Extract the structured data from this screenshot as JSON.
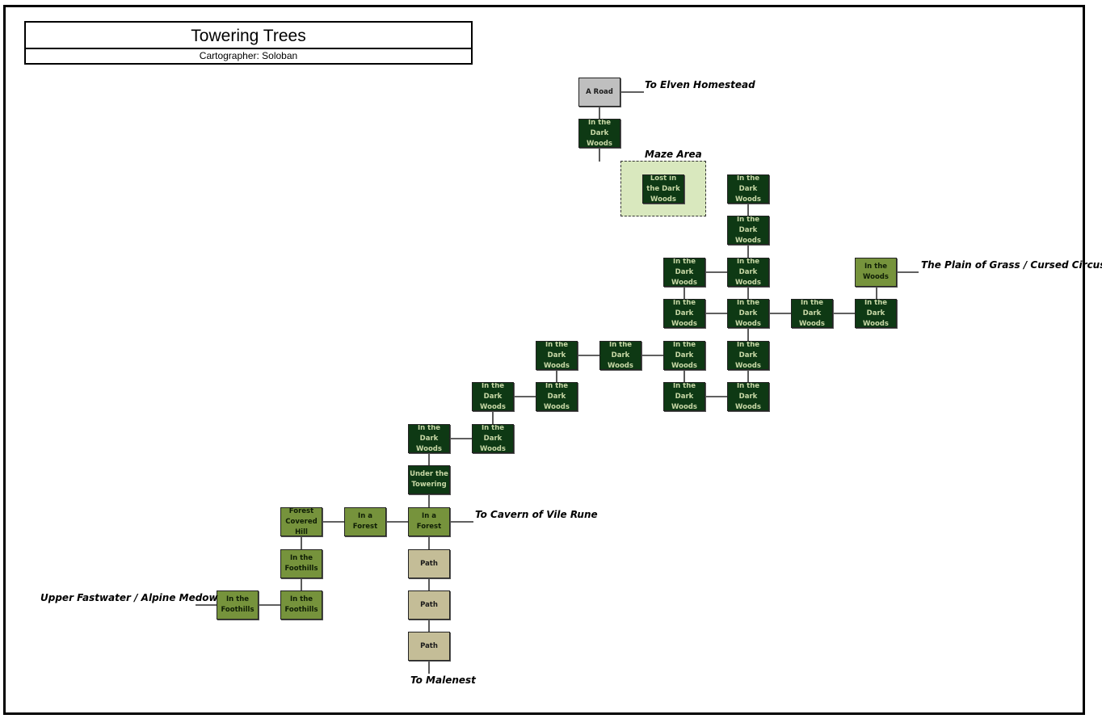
{
  "title": "Towering Trees",
  "cartographer": "Cartographer: Soloban",
  "colors": {
    "dark_woods": "#0e3914",
    "light_forest": "#76933c",
    "path": "#c4bd97",
    "road": "#bfbfbf",
    "maze_area": "#d9e8be"
  },
  "rooms": {
    "a_road": "A Road",
    "dark_top_1": "In the Dark Woods",
    "maze_room": "Lost in the Dark Woods",
    "r1c_a": "In the Dark Woods",
    "r1c_b": "In the Dark Woods",
    "r2_a": "In the Dark Woods",
    "r2_b": "In the Dark Woods",
    "woods_plain": "In the Woods",
    "r3_a": "In the Dark Woods",
    "r3_b": "In the Dark Woods",
    "r3_c": "In the Dark Woods",
    "r3_d": "In the Dark Woods",
    "r4_a": "In the Dark Woods",
    "r4_b": "In the Dark Woods",
    "r4_c": "In the Dark Woods",
    "r4_d": "In the Dark Woods",
    "r5_a": "In the Dark Woods",
    "r5_b": "In the Dark Woods",
    "r5_c": "In the Dark Woods",
    "r5_d": "In the Dark Woods",
    "r6_a": "In the Dark Woods",
    "r6_b": "In the Dark Woods",
    "under_towering": "Under the Towering",
    "forest_hill": "Forest Covered Hill",
    "in_forest_1": "In a Forest",
    "in_forest_2": "In a Forest",
    "foothills_1": "In the Foothills",
    "foothills_2": "In the Foothills",
    "foothills_3": "In the Foothills",
    "path_1": "Path",
    "path_2": "Path",
    "path_3": "Path"
  },
  "labels": {
    "elven": "To Elven Homestead",
    "maze": "Maze Area",
    "plain": "The Plain of Grass / Cursed Circus",
    "cavern": "To Cavern of Vile Rune",
    "fastwater": "Upper Fastwater / Alpine Medow",
    "malenest": "To Malenest"
  }
}
